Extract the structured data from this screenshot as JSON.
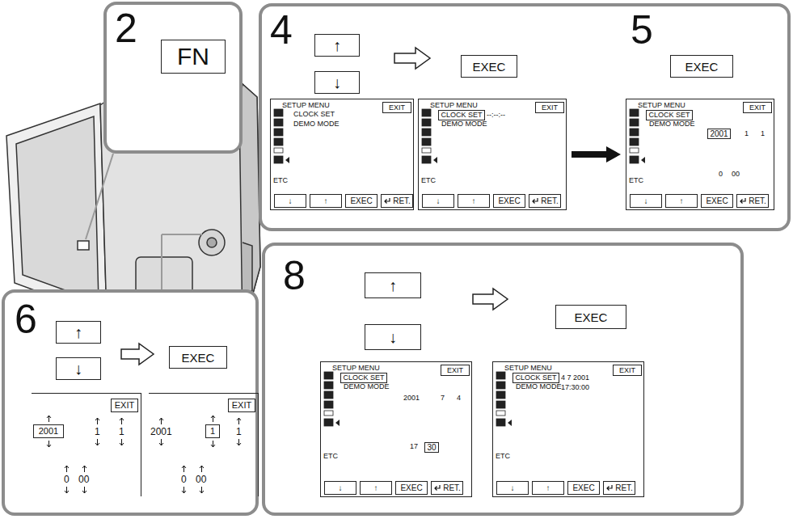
{
  "diagram": {
    "nodes": [
      {
        "text": [
          "2"
        ]
      },
      {
        "text": [
          "FN"
        ],
        "in": 0
      },
      {
        "text": [
          "4",
          "5"
        ]
      },
      {
        "text": [
          "↑"
        ],
        "in": 2
      },
      {
        "text": [
          "↓"
        ],
        "in": 2
      },
      {
        "text": [
          "EXEC"
        ],
        "in": 2
      },
      {
        "text": [
          "EXEC"
        ],
        "in": 2
      },
      {
        "text": [
          "SETUP MENU",
          "CLOCK SET",
          "DEMO MODE",
          "ETC"
        ],
        "in": 2
      },
      {
        "text": [
          "EXIT"
        ],
        "in": 7
      },
      {
        "text": [
          "↓"
        ],
        "in": 7
      },
      {
        "text": [
          "↑"
        ],
        "in": 7
      },
      {
        "text": [
          "EXEC"
        ],
        "in": 7
      },
      {
        "text": [
          "RET."
        ],
        "in": 7
      },
      {
        "text": [
          "SETUP MENU",
          "DEMO MODE",
          "--:--:--",
          "ETC"
        ],
        "in": 2
      },
      {
        "text": [
          "EXIT"
        ],
        "in": 13
      },
      {
        "text": [
          "CLOCK SET"
        ],
        "in": 13
      },
      {
        "text": [
          "↓"
        ],
        "in": 13
      },
      {
        "text": [
          "↑"
        ],
        "in": 13
      },
      {
        "text": [
          "EXEC"
        ],
        "in": 13
      },
      {
        "text": [
          "RET."
        ],
        "in": 13
      },
      {
        "text": [
          "SETUP MENU",
          "DEMO MODE",
          "1",
          "1",
          "0",
          "00",
          "ETC"
        ],
        "in": 2
      },
      {
        "text": [
          "EXIT"
        ],
        "in": 20
      },
      {
        "text": [
          "CLOCK SET"
        ],
        "in": 20
      },
      {
        "text": [
          "2001"
        ],
        "in": 20
      },
      {
        "text": [
          "↓"
        ],
        "in": 20
      },
      {
        "text": [
          "↑"
        ],
        "in": 20
      },
      {
        "text": [
          "EXEC"
        ],
        "in": 20
      },
      {
        "text": [
          "RET."
        ],
        "in": 20
      },
      {
        "text": [
          "6"
        ]
      },
      {
        "text": [
          "↑"
        ],
        "in": 28
      },
      {
        "text": [
          "↓"
        ],
        "in": 28
      },
      {
        "text": [
          "EXEC"
        ],
        "in": 28
      },
      {
        "text": [
          "1",
          "1",
          "0",
          "00"
        ],
        "in": 28
      },
      {
        "text": [
          "EXIT"
        ],
        "in": 32
      },
      {
        "text": [
          "2001"
        ],
        "in": 32
      },
      {
        "text": [
          "2001",
          "1",
          "0",
          "00"
        ],
        "in": 28
      },
      {
        "text": [
          "EXIT"
        ],
        "in": 35
      },
      {
        "text": [
          "1"
        ],
        "in": 35
      },
      {
        "text": [
          "8"
        ]
      },
      {
        "text": [
          "↑"
        ],
        "in": 38
      },
      {
        "text": [
          "↓"
        ],
        "in": 38
      },
      {
        "text": [
          "EXEC"
        ],
        "in": 38
      },
      {
        "text": [
          "SETUP MENU",
          "DEMO MODE",
          "2001",
          "7",
          "4",
          "17",
          "ETC"
        ],
        "in": 38
      },
      {
        "text": [
          "EXIT"
        ],
        "in": 42
      },
      {
        "text": [
          "CLOCK SET"
        ],
        "in": 42
      },
      {
        "text": [
          "30"
        ],
        "in": 42
      },
      {
        "text": [
          "↓"
        ],
        "in": 42
      },
      {
        "text": [
          "↑"
        ],
        "in": 42
      },
      {
        "text": [
          "EXEC"
        ],
        "in": 42
      },
      {
        "text": [
          "RET."
        ],
        "in": 42
      },
      {
        "text": [
          "SETUP MENU",
          "DEMO MODE",
          "4 7 2001",
          "17:30:00",
          "ETC"
        ],
        "in": 38
      },
      {
        "text": [
          "EXIT"
        ],
        "in": 50
      },
      {
        "text": [
          "CLOCK SET"
        ],
        "in": 50
      },
      {
        "text": [
          "↓"
        ],
        "in": 50
      },
      {
        "text": [
          "↑"
        ],
        "in": 50
      },
      {
        "text": [
          "EXEC"
        ],
        "in": 50
      },
      {
        "text": [
          "RET."
        ],
        "in": 50
      }
    ],
    "edges": [
      {
        "from": 13,
        "to": 20,
        "arrow": "to"
      }
    ]
  }
}
